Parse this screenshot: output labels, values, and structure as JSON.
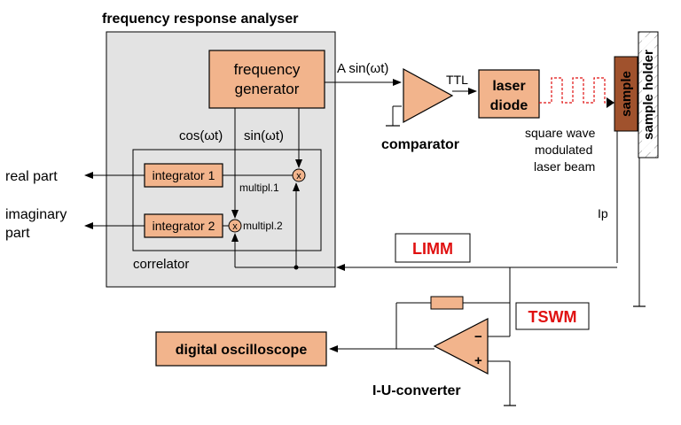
{
  "title": "frequency response analyser",
  "blocks": {
    "frequency_generator": [
      "frequency",
      "generator"
    ],
    "comparator": "comparator",
    "laser_diode": [
      "laser",
      "diode"
    ],
    "sample": "sample",
    "sample_holder": "sample holder",
    "integrator_1": "integrator 1",
    "integrator_2": "integrator 2",
    "correlator": "correlator",
    "digital_oscilloscope": "digital oscilloscope",
    "i_u_converter": "I-U-converter"
  },
  "labels": {
    "a_sin": "A sin(ωt)",
    "ttl": "TTL",
    "cos": "cos(ωt)",
    "sin": "sin(ωt)",
    "multipl_1": "multipl.1",
    "multipl_2": "multipl.2",
    "real_part": "real part",
    "imaginary_part": [
      "imaginary",
      "part"
    ],
    "square_wave": [
      "square wave",
      "modulated",
      "laser beam"
    ],
    "ip": "Ip",
    "limm": "LIMM",
    "tswm": "TSWM",
    "minus": "−",
    "plus": "+",
    "mult_symbol": "x"
  },
  "colors": {
    "block_fill": "#f2b48c",
    "analyser_fill": "#e3e3e3",
    "sample_fill": "#a0522d",
    "accent_red": "#e01010"
  }
}
